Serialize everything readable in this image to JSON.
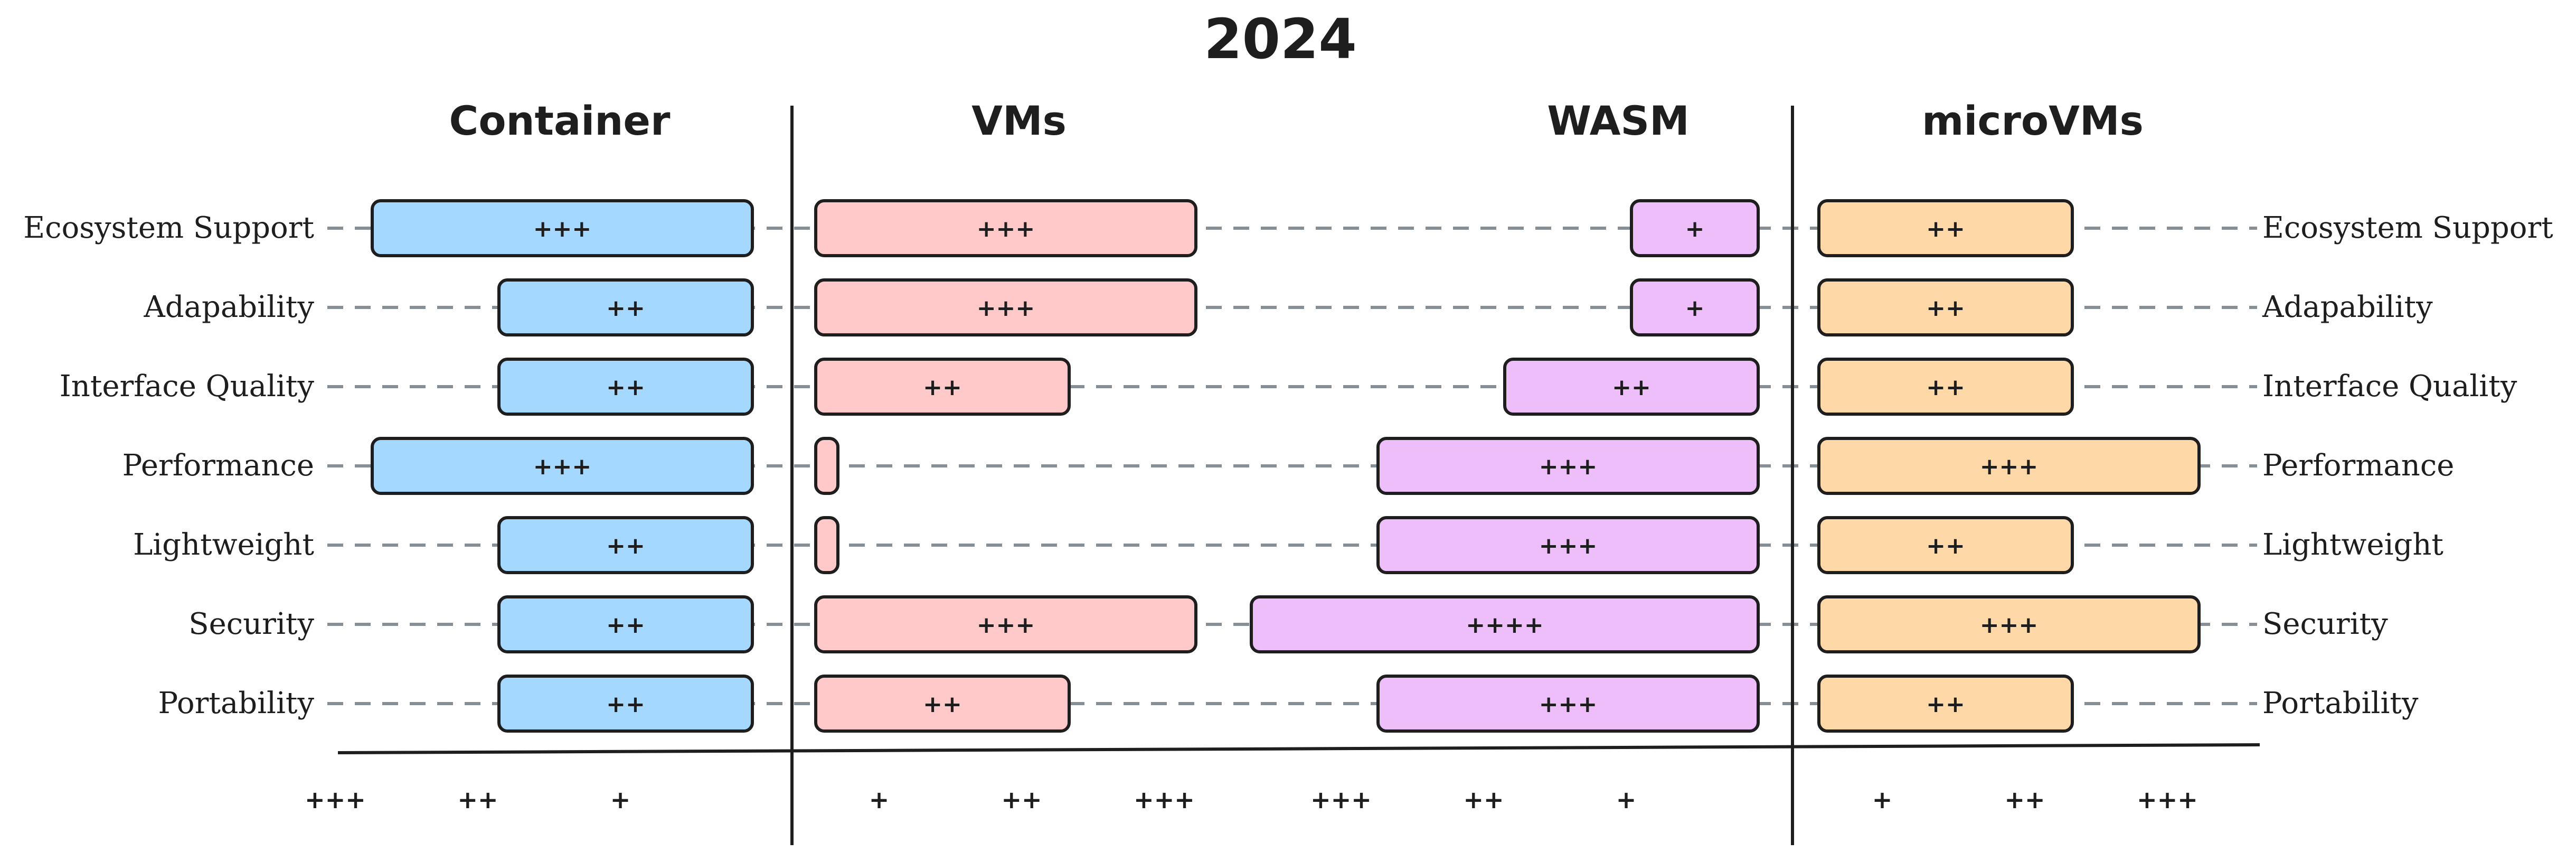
{
  "chart_data": {
    "type": "bar",
    "title": "2024",
    "categories": [
      "Ecosystem Support",
      "Adapability",
      "Interface Quality",
      "Performance",
      "Lightweight",
      "Security",
      "Portability"
    ],
    "series": [
      {
        "name": "Container",
        "color": "#a5d8ff",
        "direction": "right-aligned",
        "scale_ticks": [
          "+++",
          "++",
          "+"
        ],
        "values": [
          3,
          2,
          2,
          3,
          2,
          2,
          2
        ],
        "labels": [
          "+++",
          "++",
          "++",
          "+++",
          "++",
          "++",
          "++"
        ]
      },
      {
        "name": "VMs",
        "color": "#ffc9c9",
        "direction": "left-aligned",
        "scale_ticks": [
          "+",
          "++",
          "+++"
        ],
        "values": [
          3,
          3,
          2,
          0,
          0,
          3,
          2
        ],
        "labels": [
          "+++",
          "+++",
          "++",
          "",
          "",
          "+++",
          "++"
        ]
      },
      {
        "name": "WASM",
        "color": "#eebefa",
        "direction": "right-aligned",
        "scale_ticks": [
          "+++",
          "++",
          "+"
        ],
        "values": [
          1,
          1,
          2,
          3,
          3,
          4,
          3
        ],
        "labels": [
          "+",
          "+",
          "++",
          "+++",
          "+++",
          "++++",
          "+++"
        ]
      },
      {
        "name": "microVMs",
        "color": "#ffd8a8",
        "direction": "left-aligned",
        "scale_ticks": [
          "+",
          "++",
          "+++"
        ],
        "values": [
          2,
          2,
          2,
          3,
          2,
          3,
          2
        ],
        "labels": [
          "++",
          "++",
          "++",
          "+++",
          "++",
          "+++",
          "++"
        ]
      }
    ],
    "grid": false,
    "legend": "none"
  }
}
